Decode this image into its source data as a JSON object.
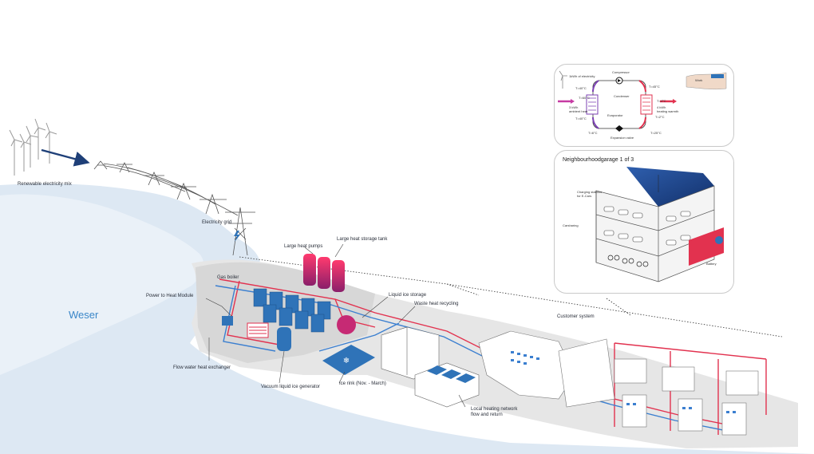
{
  "labels": {
    "renewable": "Renewable electricity mix",
    "grid": "Electricity grid",
    "weser": "Weser",
    "gas_boiler": "Gas boiler",
    "heat_pumps": "Large heat pumps",
    "storage_tank": "Large heat storage tank",
    "power_to_heat": "Power to Heat Module",
    "liquid_ice": "Liquid ice storage",
    "waste_heat": "Waste heat recycling",
    "flow_water": "Flow water heat exchanger",
    "vacuum_ice": "Vacuum liquid ice generator",
    "ice_rink": "Ice rink (Nov. - March)",
    "customer": "Customer system",
    "local_network": "Local heating network\nflow and return"
  },
  "garage": {
    "title": "Neighbourhoodgarage 1 of 3",
    "charging": "Charging stations\nfor E-Cars",
    "carsharing": "Carsharing",
    "battery": "Battery"
  },
  "heatpump_cycle": {
    "electricity": "1kWh of electricity",
    "compressor": "Compressor",
    "work": "Work",
    "condenser": "Condenser",
    "evaporator": "Evaporator",
    "ambient": "3 kWh\nambient heat",
    "heating": "4 kWh\nheating warmth",
    "expansion": "Expansion valve",
    "t1": "T=40°C",
    "t2": "T=60°C",
    "t3": "T=40°C",
    "t4": "T=6°C",
    "t5": "T=45°C",
    "t6": "T=4°C",
    "t7": "T=2°C",
    "t8": "T=25°C"
  },
  "colors": {
    "river": "#dde8f3",
    "land": "#e6e6e6",
    "pipe_hot": "#e2324f",
    "pipe_cold": "#3b7fd0",
    "equipment": "#2f73b8",
    "tank": "#d9245c",
    "arrow_navy": "#1e3f78"
  }
}
